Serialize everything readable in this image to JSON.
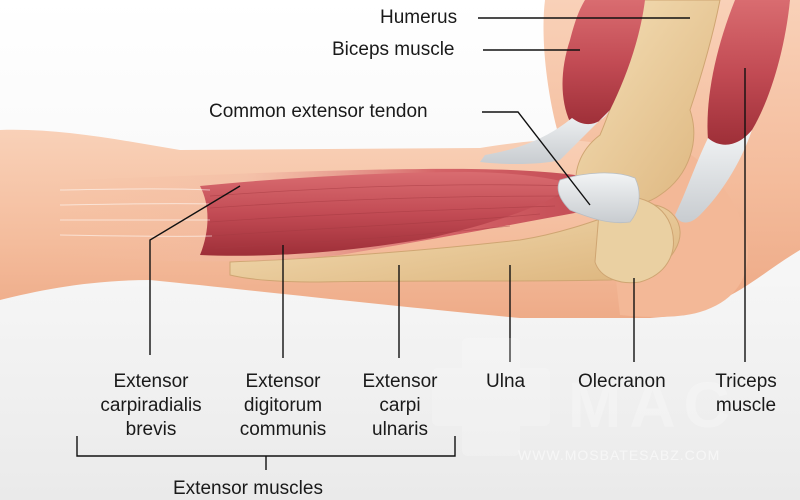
{
  "labels": {
    "humerus": "Humerus",
    "biceps": "Biceps muscle",
    "common_tendon": "Common extensor tendon",
    "ecrb": [
      "Extensor",
      "carpiradialis",
      "brevis"
    ],
    "edc": [
      "Extensor",
      "digitorum",
      "communis"
    ],
    "ecu": [
      "Extensor",
      "carpi",
      "ulnaris"
    ],
    "ulna": "Ulna",
    "olecranon": "Olecranon",
    "triceps": [
      "Triceps",
      "muscle"
    ],
    "group": "Extensor muscles"
  },
  "watermark": {
    "logo": "MAC",
    "url": "WWW.MOSBATESABZ.COM"
  },
  "colors": {
    "skin": "#f7c6a8",
    "skin_dark": "#eeab88",
    "background": "#efefef",
    "muscle": "#c9555c",
    "muscle_dark": "#9e2f38",
    "tendon": "#e4e7e9",
    "bone": "#ecd0a0",
    "bone_shadow": "#d8b27c",
    "leader": "#111111"
  }
}
